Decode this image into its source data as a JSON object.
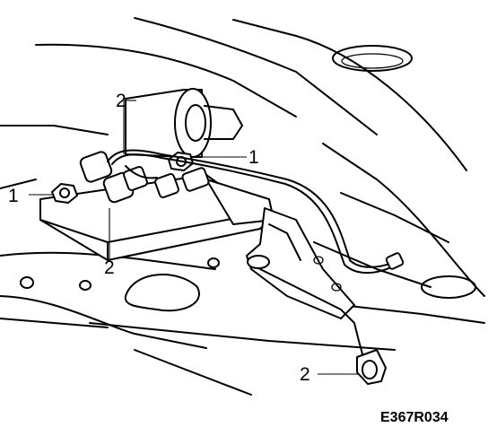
{
  "figure": {
    "code": "E367R034",
    "callouts": {
      "top_2": "2",
      "right_1": "1",
      "left_1": "1",
      "lower_2": "2",
      "bottom_2": "2"
    }
  }
}
